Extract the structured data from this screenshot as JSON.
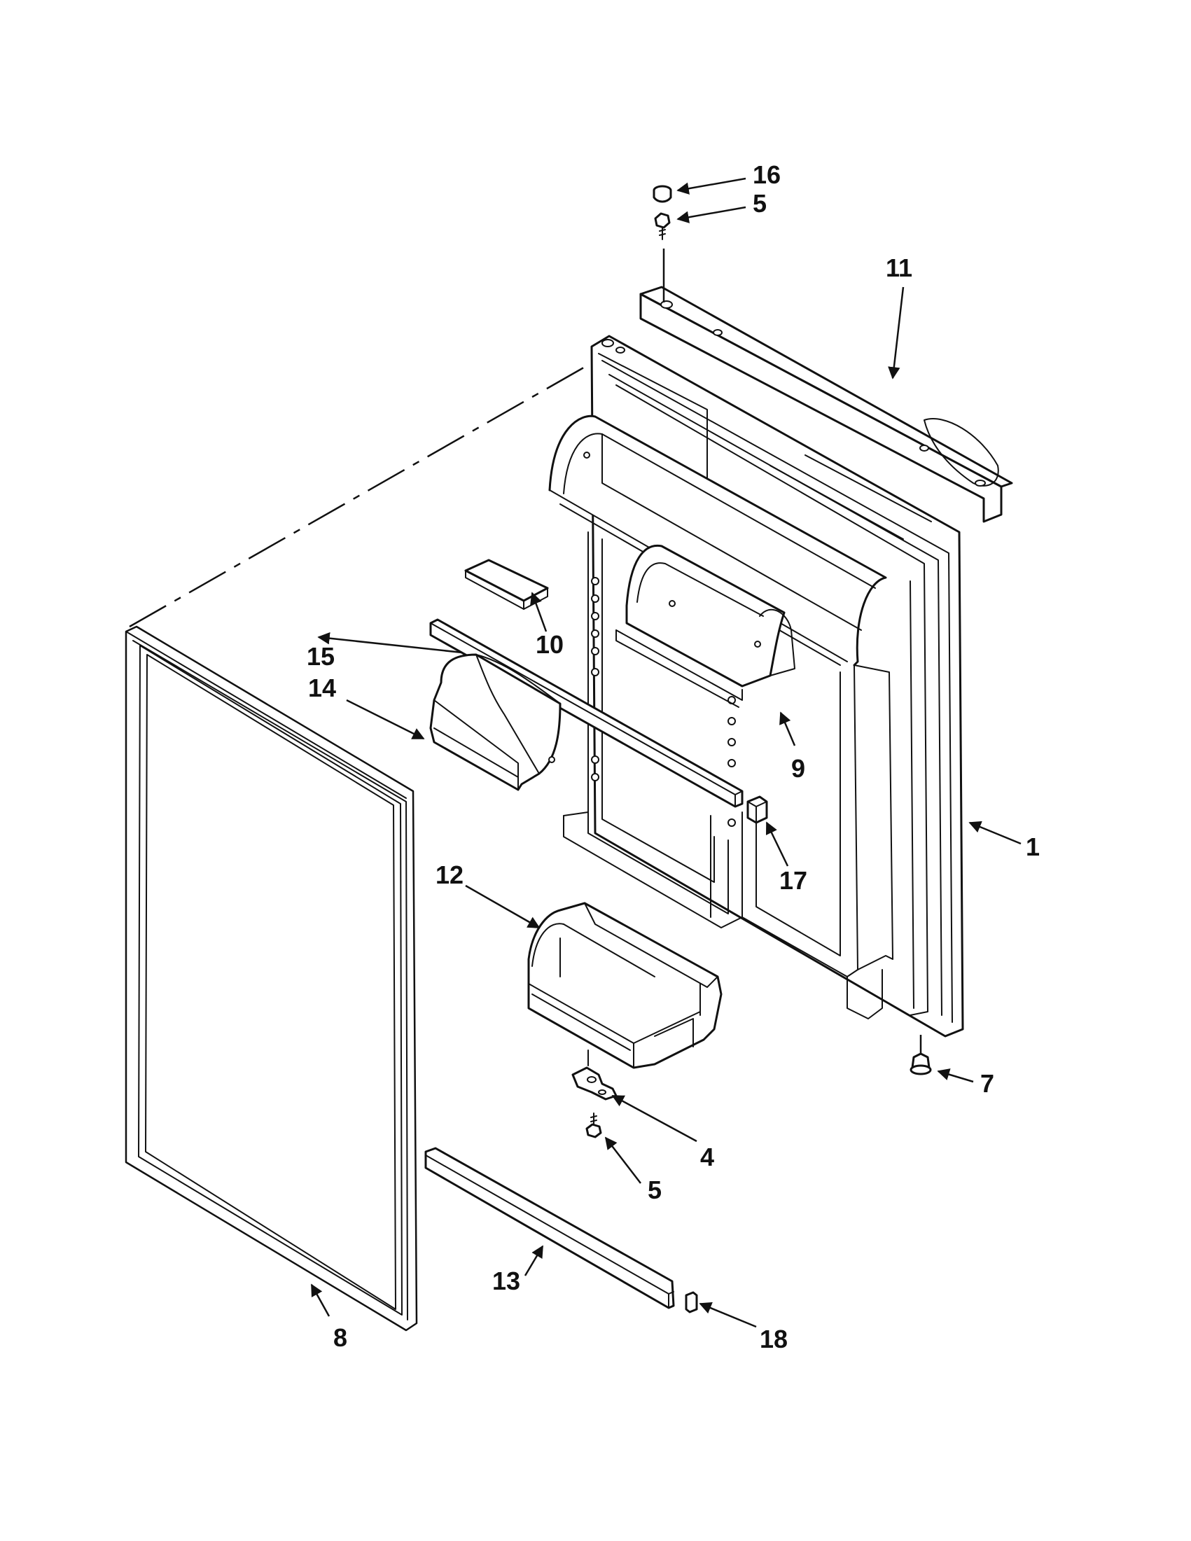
{
  "callouts": {
    "c1": "1",
    "c4": "4",
    "c5_top": "5",
    "c5_bottom": "5",
    "c7": "7",
    "c8": "8",
    "c9": "9",
    "c10": "10",
    "c11": "11",
    "c12": "12",
    "c13": "13",
    "c14": "14",
    "c15": "15",
    "c16": "16",
    "c17": "17",
    "c18": "18"
  },
  "colors": {
    "line": "#111111",
    "background": "#ffffff"
  }
}
